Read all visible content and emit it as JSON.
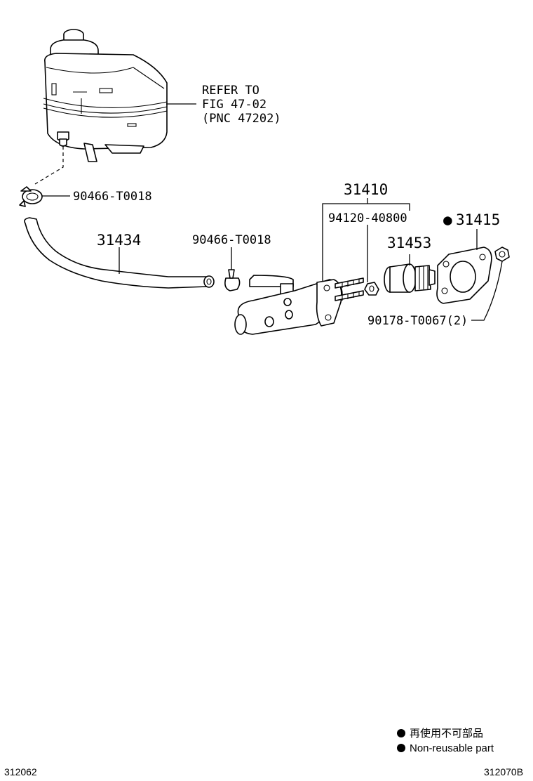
{
  "callouts": {
    "reservoir_ref": {
      "line1": "REFER TO",
      "line2": "FIG 47-02",
      "line3": "(PNC 47202)"
    },
    "clamp_upper": "90466-T0018",
    "hose": "31434",
    "clamp_lower": "90466-T0018",
    "master_cylinder_assy": "31410",
    "nut": "94120-40800",
    "piston_kit": "31453",
    "gasket": "31415",
    "gasket_marker": "●",
    "bolt": "90178-T0067(2)"
  },
  "legend": {
    "marker": "●",
    "line_jp": "再使用不可部品",
    "line_en": "Non-reusable part"
  },
  "codes": {
    "left": "312062",
    "right": "312070B"
  }
}
